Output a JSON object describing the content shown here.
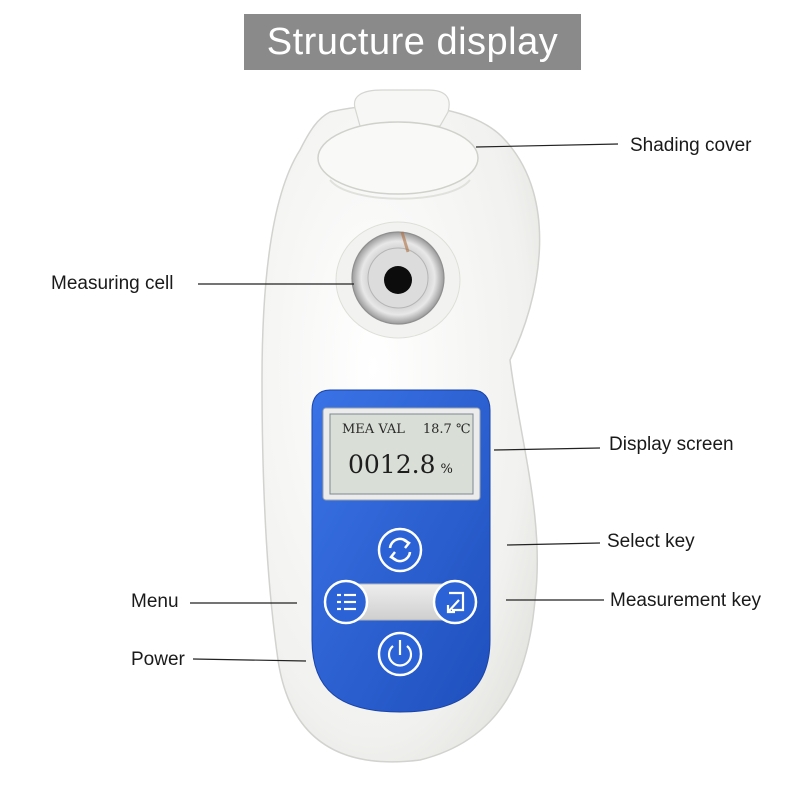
{
  "title": "Structure display",
  "labels": {
    "shading_cover": "Shading cover",
    "measuring_cell": "Measuring cell",
    "display_screen": "Display screen",
    "select_key": "Select key",
    "menu": "Menu",
    "measurement_key": "Measurement key",
    "power": "Power"
  },
  "lcd": {
    "mode": "MEA VAL",
    "temperature": "18.7",
    "temperature_unit": "℃",
    "value": "0012.8",
    "value_unit": "%"
  },
  "colors": {
    "title_bg": "#8a8a8a",
    "body": "#f4f4f2",
    "panel_blue": "#2a5fd0",
    "lcd_bg": "#d9dfd6"
  },
  "icons": [
    "refresh-icon",
    "menu-lines-icon",
    "enter-arrow-icon",
    "power-icon"
  ]
}
